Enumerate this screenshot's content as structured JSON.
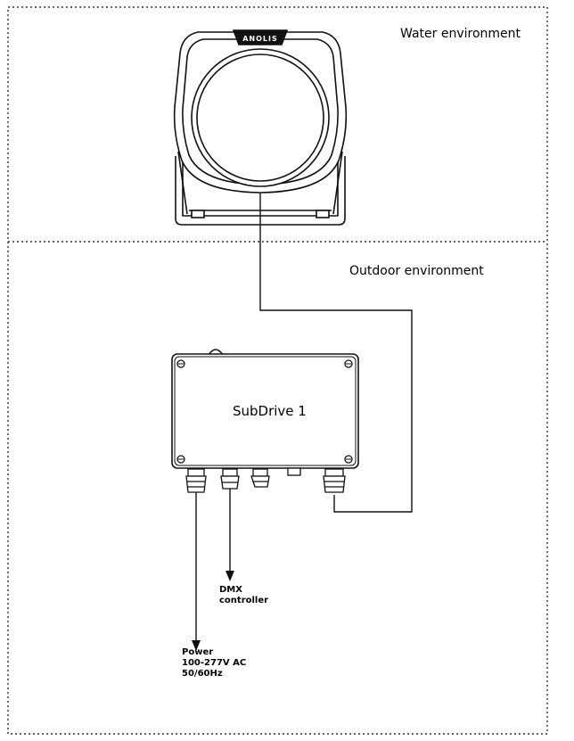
{
  "zones": {
    "water": "Water environment",
    "outdoor": "Outdoor environment"
  },
  "fixture": {
    "brand": "ANOLIS"
  },
  "driver": {
    "label": "SubDrive 1"
  },
  "connections": {
    "dmx": [
      "DMX",
      "controller"
    ],
    "power": [
      "Power",
      "100-277V AC",
      "50/60Hz"
    ]
  }
}
